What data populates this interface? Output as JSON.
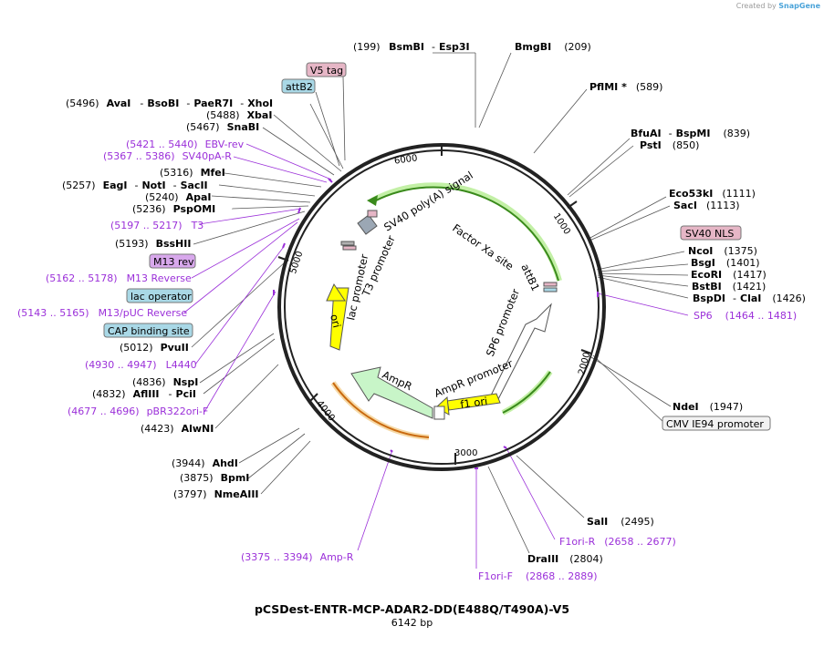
{
  "creator": {
    "prefix": "Created by",
    "brand": "SnapGene"
  },
  "plasmid": {
    "name": "pCSDest-ENTR-MCP-ADAR2-DD(E488Q/T490A)-V5",
    "size_label": "6142 bp"
  },
  "ticks": [
    "1000",
    "2000",
    "3000",
    "4000",
    "5000",
    "6000"
  ],
  "features": {
    "sv40_polyA": "SV40 poly(A) signal",
    "factor_xa": "Factor Xa site",
    "attB1": "attB1",
    "sp6_promoter": "SP6 promoter",
    "ampr_promoter": "AmpR promoter",
    "f1_ori": "f1 ori",
    "ampr": "AmpR",
    "ori": "ori",
    "lac_promoter": "lac promoter",
    "t3_promoter": "T3 promoter"
  },
  "boxes": {
    "v5_tag": "V5 tag",
    "attb2": "attB2",
    "m13_rev": "M13 rev",
    "lac_operator": "lac operator",
    "cap_site": "CAP binding site",
    "sv40_nls": "SV40 NLS",
    "cmv_ie94": "CMV IE94 promoter"
  },
  "colors": {
    "green_arc": "#3a8a1c",
    "yellow_feature": "#ffff00",
    "ampr_fill": "#c8f5c8",
    "orange_arc": "#e38a1c",
    "primer": "#9b30d9",
    "box_pink": "#e6b6c6",
    "box_blue": "#a9d8e6",
    "box_violet": "#d8a8ec",
    "box_grey": "#f2f2f2"
  },
  "sites": {
    "bsmbi": {
      "pos": "(199)",
      "e1": "BsmBI",
      "sep": "-",
      "e2": "Esp3I"
    },
    "bmgbi": {
      "name": "BmgBI",
      "pos": "(209)"
    },
    "pflmi": {
      "name": "PflMI *",
      "pos": "(589)"
    },
    "bfuai": {
      "name": "BfuAI",
      "sep": "-",
      "e2": "BspMI",
      "pos": "(839)"
    },
    "psti": {
      "name": "PstI",
      "pos": "(850)"
    },
    "eco53ki": {
      "name": "Eco53kI",
      "pos": "(1111)"
    },
    "saci": {
      "name": "SacI",
      "pos": "(1113)"
    },
    "ncoi": {
      "name": "NcoI",
      "pos": "(1375)"
    },
    "bsgi": {
      "name": "BsgI",
      "pos": "(1401)"
    },
    "ecori": {
      "name": "EcoRI",
      "pos": "(1417)"
    },
    "bstbi": {
      "name": "BstBI",
      "pos": "(1421)"
    },
    "bspdi": {
      "name": "BspDI",
      "sep": "-",
      "e2": "ClaI",
      "pos": "(1426)"
    },
    "ndei": {
      "name": "NdeI",
      "pos": "(1947)"
    },
    "sali": {
      "name": "SalI",
      "pos": "(2495)"
    },
    "draiii": {
      "name": "DraIII",
      "pos": "(2804)"
    },
    "avai": {
      "pos": "(5496)",
      "e1": "AvaI",
      "e2": "BsoBI",
      "e3": "PaeR7I",
      "e4": "XhoI",
      "sep": "-"
    },
    "xbai": {
      "pos": "(5488)",
      "name": "XbaI"
    },
    "snabi": {
      "pos": "(5467)",
      "name": "SnaBI"
    },
    "mfei": {
      "pos": "(5316)",
      "name": "MfeI"
    },
    "eagi": {
      "pos": "(5257)",
      "e1": "EagI",
      "e2": "NotI",
      "e3": "SacII",
      "sep": "-"
    },
    "apai": {
      "pos": "(5240)",
      "name": "ApaI"
    },
    "pspomi": {
      "pos": "(5236)",
      "name": "PspOMI"
    },
    "bsshii": {
      "pos": "(5193)",
      "name": "BssHII"
    },
    "pvuii": {
      "pos": "(5012)",
      "name": "PvuII"
    },
    "nspi": {
      "pos": "(4836)",
      "name": "NspI"
    },
    "afliii": {
      "pos": "(4832)",
      "e1": "AflIII",
      "sep": "-",
      "e2": "PciI"
    },
    "alwni": {
      "pos": "(4423)",
      "name": "AlwNI"
    },
    "ahdi": {
      "pos": "(3944)",
      "name": "AhdI"
    },
    "bpmi": {
      "pos": "(3875)",
      "name": "BpmI"
    },
    "nmeaiii": {
      "pos": "(3797)",
      "name": "NmeAIII"
    }
  },
  "primers": {
    "ebv_rev": {
      "range": "(5421 .. 5440)",
      "name": "EBV-rev"
    },
    "sv40pa_r": {
      "range": "(5367 .. 5386)",
      "name": "SV40pA-R"
    },
    "t3": {
      "range": "(5197 .. 5217)",
      "name": "T3"
    },
    "m13_reverse": {
      "range": "(5162 .. 5178)",
      "name": "M13 Reverse"
    },
    "m13_puc_reverse": {
      "range": "(5143 .. 5165)",
      "name": "M13/pUC Reverse"
    },
    "l4440": {
      "range": "(4930 .. 4947)",
      "name": "L4440"
    },
    "pbr322ori_f": {
      "range": "(4677 .. 4696)",
      "name": "pBR322ori-F"
    },
    "amp_r": {
      "range": "(3375 .. 3394)",
      "name": "Amp-R"
    },
    "sp6": {
      "name": "SP6",
      "range": "(1464 .. 1481)"
    },
    "f1ori_r": {
      "name": "F1ori-R",
      "range": "(2658 .. 2677)"
    },
    "f1ori_f": {
      "name": "F1ori-F",
      "range": "(2868 .. 2889)"
    }
  }
}
